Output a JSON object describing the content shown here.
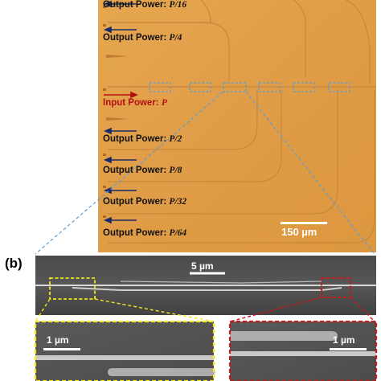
{
  "panel_b_label": "(b)",
  "top_panel": {
    "labels": [
      {
        "prefix": "Output Power: ",
        "value": "P/16"
      },
      {
        "prefix": "Output Power: ",
        "value": "P/4"
      },
      {
        "prefix": "Input Power: ",
        "value": "P"
      },
      {
        "prefix": "Output Power: ",
        "value": "P/2"
      },
      {
        "prefix": "Output Power: ",
        "value": "P/8"
      },
      {
        "prefix": "Output Power: ",
        "value": "P/32"
      },
      {
        "prefix": "Output Power: ",
        "value": "P/64"
      }
    ],
    "scale_bar": "150 µm"
  },
  "sem_panel": {
    "scale_bar": "5 µm"
  },
  "insets": {
    "left_scale": "1 µm",
    "right_scale": "1 µm"
  },
  "colors": {
    "chip": "#e3a24c",
    "input_arrow": "#b21111",
    "output_arrow": "#1b2a66",
    "dashed_box": "#5a9fd6",
    "yellow_box": "#f2e81a",
    "red_box": "#d11414"
  }
}
